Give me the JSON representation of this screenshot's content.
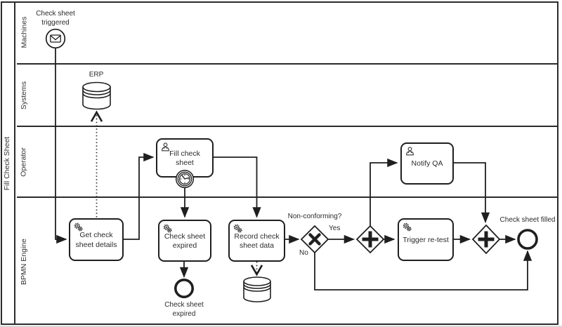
{
  "pool": {
    "label": "Fill Check Sheet"
  },
  "lanes": [
    {
      "label": "Machines"
    },
    {
      "label": "Systems"
    },
    {
      "label": "Operator"
    },
    {
      "label": "BPMN Engine"
    }
  ],
  "events": {
    "start": {
      "label": "Check sheet triggered",
      "type": "message-start"
    },
    "timer_boundary": {
      "type": "timer-boundary"
    },
    "end_expired": {
      "label": "Check sheet expired"
    },
    "end_filled": {
      "label": "Check sheet filled"
    }
  },
  "tasks": {
    "get_details": {
      "label": "Get check sheet details",
      "type": "service"
    },
    "fill_sheet": {
      "label": "Fill check sheet",
      "type": "user"
    },
    "check_expired": {
      "label": "Check sheet expired",
      "type": "service"
    },
    "record_data": {
      "label": "Record check sheet data",
      "type": "service"
    },
    "notify_qa": {
      "label": "Notify QA",
      "type": "user"
    },
    "trigger_retest": {
      "label": "Trigger re-test",
      "type": "service"
    }
  },
  "gateways": {
    "xor": {
      "label": "Non-conforming?",
      "yes_label": "Yes",
      "no_label": "No"
    },
    "parallel_split": {
      "type": "parallel"
    },
    "parallel_join": {
      "type": "parallel"
    }
  },
  "datastores": {
    "erp": {
      "label": "ERP"
    }
  },
  "colors": {
    "stroke": "#1f1f1f",
    "text": "#2b2b2b",
    "background": "#ffffff"
  }
}
